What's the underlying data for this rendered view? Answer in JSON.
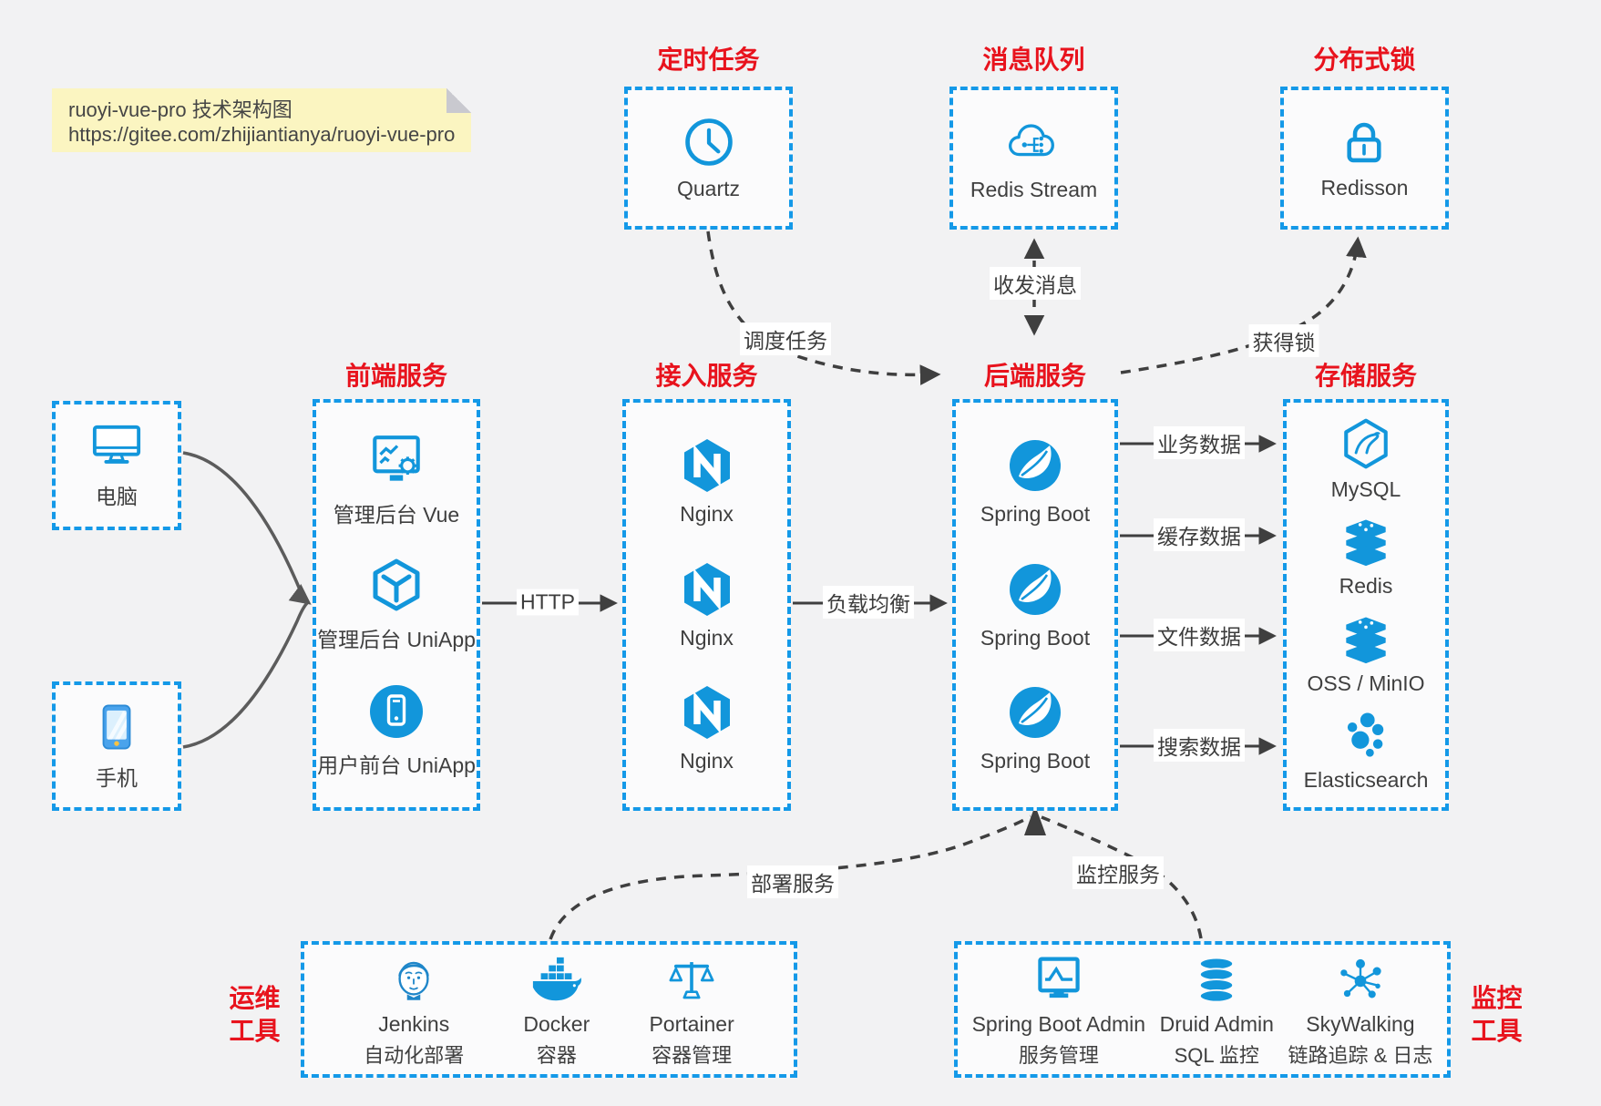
{
  "note": {
    "line1": "ruoyi-vue-pro 技术架构图",
    "line2": "https://gitee.com/zhijiantianya/ruoyi-vue-pro"
  },
  "sections": {
    "scheduled": {
      "title": "定时任务",
      "label": "Quartz"
    },
    "mq": {
      "title": "消息队列",
      "label": "Redis Stream"
    },
    "lock": {
      "title": "分布式锁",
      "label": "Redisson"
    },
    "clients": {
      "pc": "电脑",
      "phone": "手机"
    },
    "frontend": {
      "title": "前端服务",
      "items": [
        "管理后台 Vue",
        "管理后台 UniApp",
        "用户前台 UniApp"
      ]
    },
    "gateway": {
      "title": "接入服务",
      "items": [
        "Nginx",
        "Nginx",
        "Nginx"
      ]
    },
    "backend": {
      "title": "后端服务",
      "items": [
        "Spring Boot",
        "Spring Boot",
        "Spring Boot"
      ]
    },
    "storage": {
      "title": "存储服务",
      "items": [
        "MySQL",
        "Redis",
        "OSS / MinIO",
        "Elasticsearch"
      ]
    },
    "ops": {
      "side1": "运维",
      "side2": "工具",
      "items": [
        {
          "name": "Jenkins",
          "desc": "自动化部署"
        },
        {
          "name": "Docker",
          "desc": "容器"
        },
        {
          "name": "Portainer",
          "desc": "容器管理"
        }
      ]
    },
    "monitoring": {
      "side1": "监控",
      "side2": "工具",
      "items": [
        {
          "name": "Spring Boot Admin",
          "desc": "服务管理"
        },
        {
          "name": "Druid Admin",
          "desc": "SQL 监控"
        },
        {
          "name": "SkyWalking",
          "desc": "链路追踪 & 日志"
        }
      ]
    }
  },
  "edges": {
    "http": "HTTP",
    "load_balance": "负载均衡",
    "business_data": "业务数据",
    "cache_data": "缓存数据",
    "file_data": "文件数据",
    "search_data": "搜索数据",
    "schedule": "调度任务",
    "messages": "收发消息",
    "get_lock": "获得锁",
    "deploy": "部署服务",
    "monitor": "监控服务"
  },
  "colors": {
    "accent_blue": "#1296db",
    "border_blue": "#1499e8",
    "title_red": "#e8131d",
    "note_bg": "#fbf5c1",
    "line_dark": "#3f3f3f"
  }
}
